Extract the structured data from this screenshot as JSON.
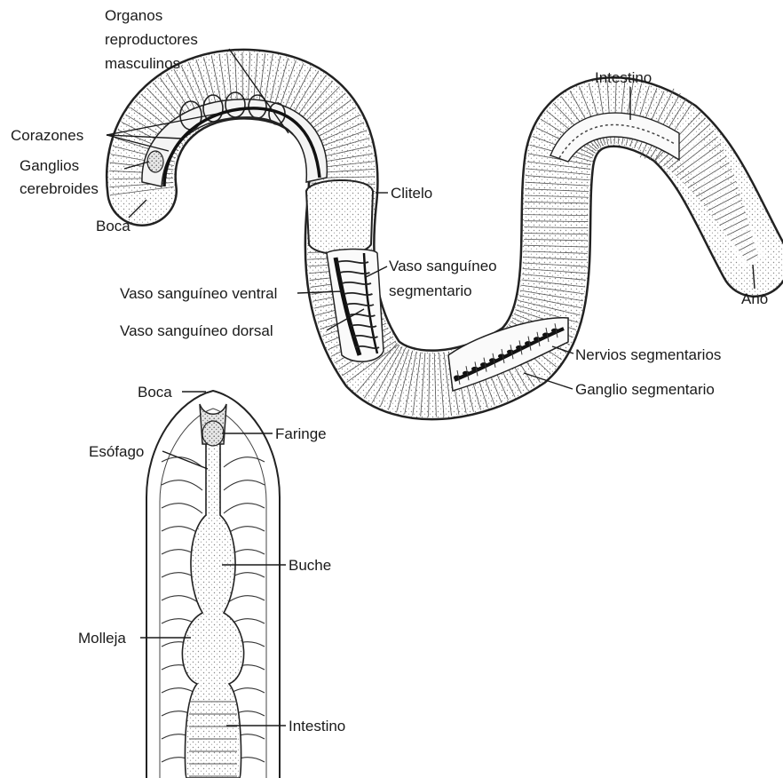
{
  "worm": {
    "labels": {
      "organos": [
        "Organos",
        "reproductores",
        "masculinos"
      ],
      "corazones": "Corazones",
      "ganglios": [
        "Ganglios",
        "cerebroides"
      ],
      "boca": "Boca",
      "clitelo": "Clitelo",
      "vaso_segmentario": [
        "Vaso sanguíneo",
        "segmentario"
      ],
      "vaso_ventral": "Vaso sanguíneo ventral",
      "vaso_dorsal": "Vaso sanguíneo dorsal",
      "intestino": "Intestino",
      "ano": "Ano",
      "nervios": "Nervios segmentarios",
      "ganglio_segmentario": "Ganglio segmentario"
    }
  },
  "digestive": {
    "labels": {
      "boca": "Boca",
      "faringe": "Faringe",
      "esofago": "Esófago",
      "buche": "Buche",
      "molleja": "Molleja",
      "intestino": "Intestino"
    }
  },
  "colors": {
    "ink": "#1a1a1a",
    "paper": "#ffffff",
    "shade": "#bdbdbd"
  }
}
